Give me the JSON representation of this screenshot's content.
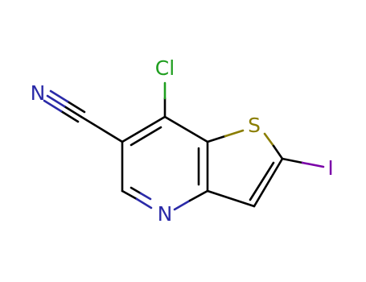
{
  "molecule": {
    "atoms": [
      {
        "label": "Cl",
        "element": "chlorine"
      },
      {
        "label": "S",
        "element": "sulfur"
      },
      {
        "label": "I",
        "element": "iodine"
      },
      {
        "label": "N",
        "element": "nitrogen"
      },
      {
        "label": "N",
        "element": "nitrogen"
      }
    ]
  },
  "colors": {
    "bond": "#000000",
    "chlorine": "#1f9e1f",
    "sulfur": "#8a7d00",
    "iodine": "#7a00a8",
    "nitrogen": "#2a2aa8"
  }
}
